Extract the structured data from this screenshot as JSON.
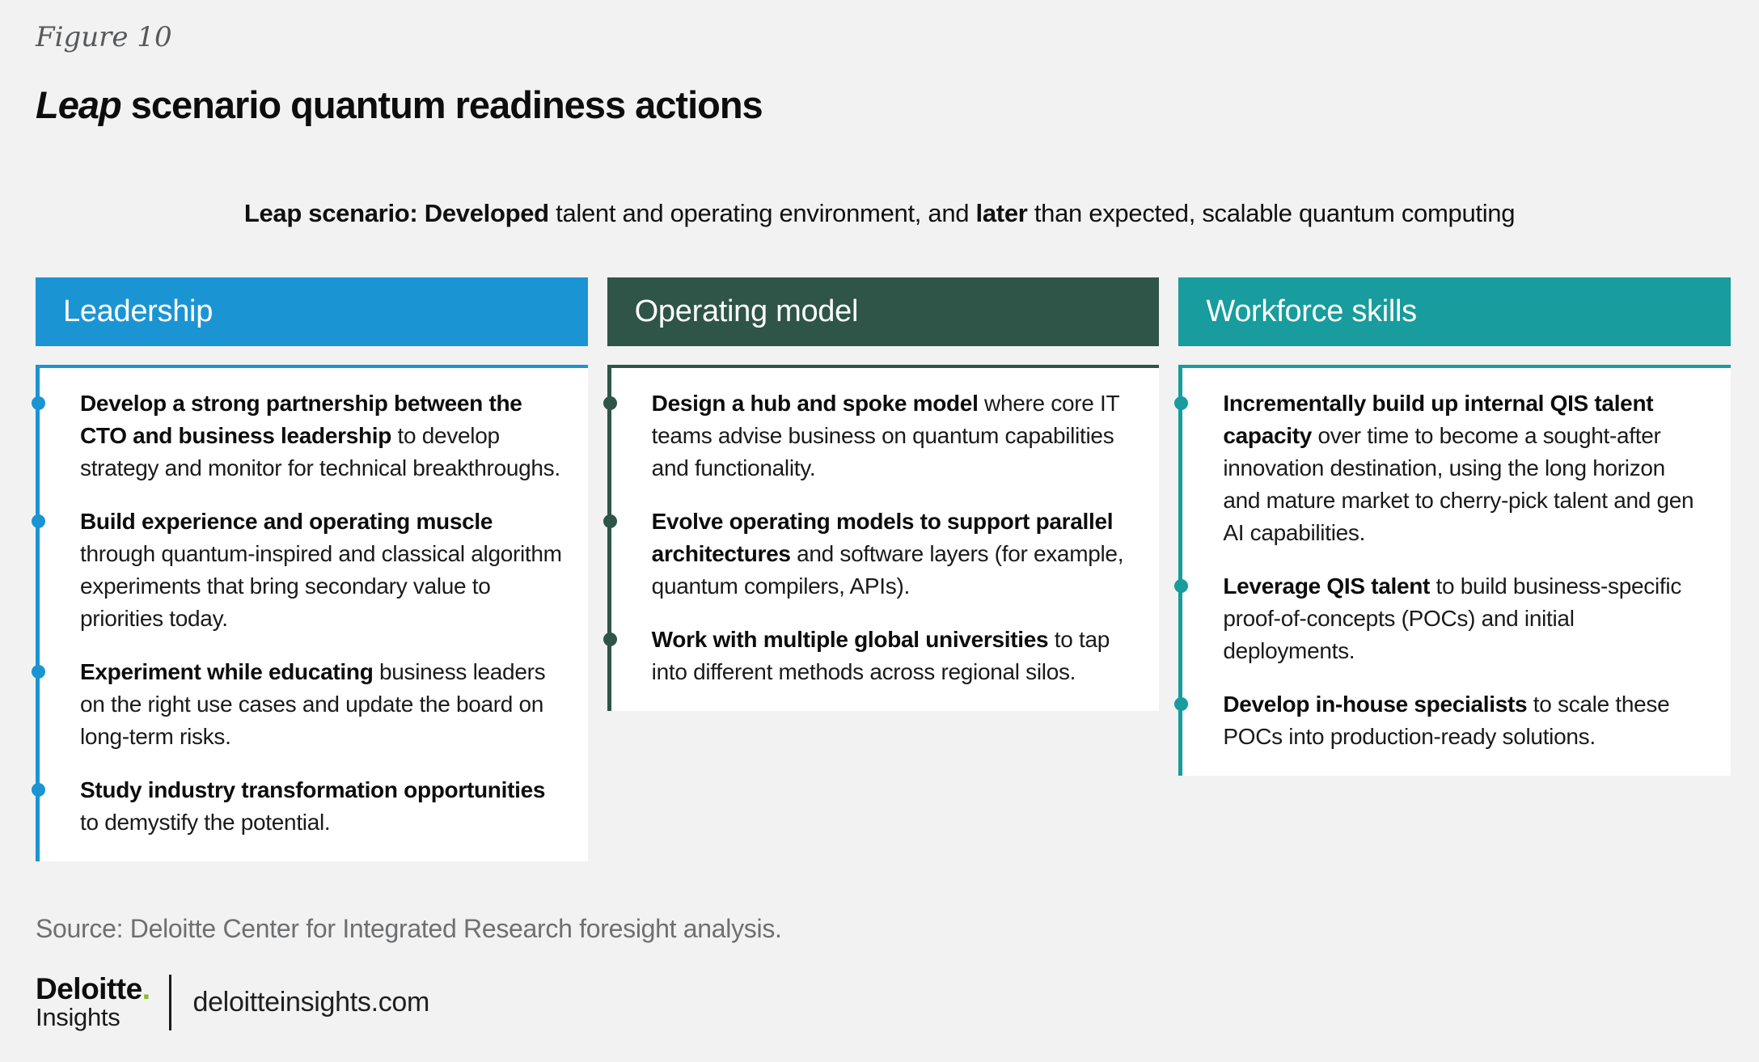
{
  "figure_label": "Figure 10",
  "title": {
    "italic": "Leap",
    "rest": " scenario quantum readiness actions"
  },
  "subtitle": {
    "bold1": "Leap scenario: Developed",
    "reg1": " talent and operating environment, and ",
    "bold2": "later",
    "reg2": " than expected, scalable quantum computing"
  },
  "columns": [
    {
      "label": "Leadership",
      "color": "#1b94d4",
      "items": [
        {
          "bold": "Develop a strong partnership between the CTO and business leadership",
          "rest": " to develop strategy and monitor for technical breakthroughs."
        },
        {
          "bold": "Build experience and operating muscle",
          "rest": " through quantum-inspired and classical algorithm experiments that bring secondary value to priorities today."
        },
        {
          "bold": "Experiment while educating",
          "rest": " business leaders on the right use cases and update the board on long-term risks."
        },
        {
          "bold": "Study industry transformation opportunities",
          "rest": " to demystify the potential."
        }
      ]
    },
    {
      "label": "Operating model",
      "color": "#2e5547",
      "items": [
        {
          "bold": "Design a hub and spoke model",
          "rest": " where core IT teams advise business on quantum capabilities and functionality."
        },
        {
          "bold": "Evolve operating models to support parallel architectures",
          "rest": " and software layers (for example, quantum compilers, APIs)."
        },
        {
          "bold": "Work with multiple global universities",
          "rest": " to tap into different methods across regional silos."
        }
      ]
    },
    {
      "label": "Workforce skills",
      "color": "#189c9d",
      "items": [
        {
          "bold": "Incrementally build up internal QIS talent capacity",
          "rest": " over time to become a sought-after innovation destination, using the long horizon and mature market to cherry-pick talent and gen AI capabilities."
        },
        {
          "bold": "Leverage QIS talent",
          "rest": " to build business-specific proof-of-concepts (POCs) and initial deployments."
        },
        {
          "bold": "Develop in-house specialists",
          "rest": " to scale these POCs into production-ready solutions."
        }
      ]
    }
  ],
  "source": "Source: Deloitte Center for Integrated Research foresight analysis.",
  "footer": {
    "logo_name": "Deloitte",
    "logo_dot": ".",
    "logo_sub": "Insights",
    "site": "deloitteinsights.com",
    "green": "#86bc25"
  }
}
